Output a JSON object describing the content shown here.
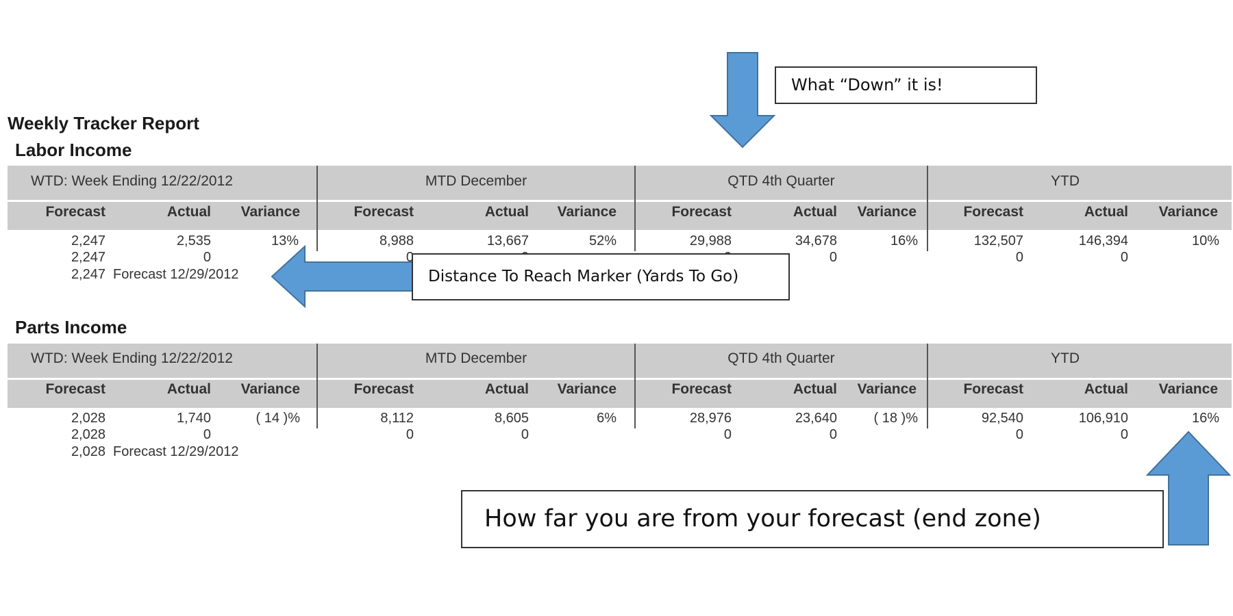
{
  "report": {
    "title": "Weekly Tracker Report",
    "periods": [
      "WTD: Week Ending 12/22/2012",
      "MTD December",
      "QTD 4th Quarter",
      "YTD"
    ],
    "columns": [
      "Forecast",
      "Actual",
      "Variance"
    ],
    "sections": [
      {
        "title": "Labor Income",
        "groups": [
          {
            "forecast": [
              "2,247",
              "2,247",
              "2,247"
            ],
            "actual": [
              "2,535",
              "0"
            ],
            "variance": "13%",
            "forecast_note": "Forecast  12/29/2012"
          },
          {
            "forecast": [
              "8,988",
              "0"
            ],
            "actual": [
              "13,667",
              "0"
            ],
            "variance": "52%"
          },
          {
            "forecast": [
              "29,988",
              "0"
            ],
            "actual": [
              "34,678",
              "0"
            ],
            "variance": "16%"
          },
          {
            "forecast": [
              "132,507",
              "0"
            ],
            "actual": [
              "146,394",
              "0"
            ],
            "variance": "10%"
          }
        ]
      },
      {
        "title": "Parts Income",
        "groups": [
          {
            "forecast": [
              "2,028",
              "2,028",
              "2,028"
            ],
            "actual": [
              "1,740",
              "0"
            ],
            "variance": "( 14 )%",
            "forecast_note": "Forecast  12/29/2012"
          },
          {
            "forecast": [
              "8,112",
              "0"
            ],
            "actual": [
              "8,605",
              "0"
            ],
            "variance": "6%"
          },
          {
            "forecast": [
              "28,976",
              "0"
            ],
            "actual": [
              "23,640",
              "0"
            ],
            "variance": "( 18 )%"
          },
          {
            "forecast": [
              "92,540",
              "0"
            ],
            "actual": [
              "106,910",
              "0"
            ],
            "variance": "16%"
          }
        ]
      }
    ]
  },
  "callouts": {
    "down": "What “Down” it is!",
    "distance": "Distance To Reach Marker (Yards To Go)",
    "forecast": "How far you are from your forecast (end zone)"
  },
  "colors": {
    "arrow_fill": "#5b9bd5",
    "arrow_stroke": "#41719c",
    "header_band": "#cccccc"
  }
}
